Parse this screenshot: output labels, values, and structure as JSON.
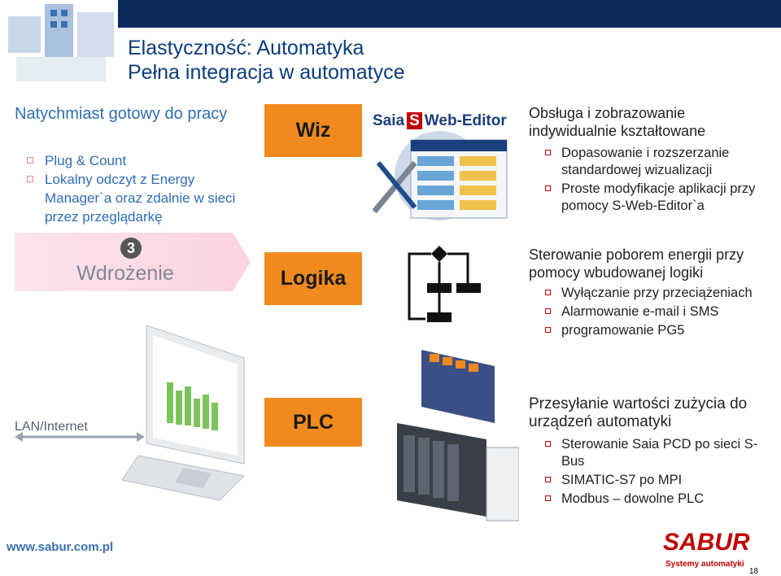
{
  "header": {
    "title_line1": "Elastyczność: Automatyka",
    "title_line2": "Pełna integracja w automatyce"
  },
  "left": {
    "heading": "Natychmiast gotowy do pracy",
    "bullets": [
      "Plug & Count",
      "Lokalny odczyt z Energy Manager`a oraz zdalnie w sieci przez przeglądarkę"
    ],
    "step_number": "3",
    "step_label": "Wdrożenie",
    "lan_label": "LAN/Internet"
  },
  "middle": {
    "box1": "Wiz",
    "box2": "Logika",
    "box3": "PLC",
    "software_logo": "Saia S Web-Editor"
  },
  "right": {
    "section1": {
      "heading": "Obsługa i zobrazowanie indywidualnie kształtowane",
      "bullets": [
        "Dopasowanie i rozszerzanie standardowej wizualizacji",
        "Proste modyfikacje aplikacji przy pomocy S-Web-Editor`a"
      ]
    },
    "section2": {
      "heading": "Sterowanie poborem energii przy pomocy wbudowanej logiki",
      "bullets": [
        "Wyłączanie przy przeciążeniach",
        "Alarmowanie e-mail i SMS",
        "programowanie PG5"
      ]
    },
    "section3": {
      "heading": "Przesyłanie wartości zużycia do urządzeń automatyki",
      "bullets": [
        "Sterowanie Saia PCD po sieci S-Bus",
        "SIMATIC-S7 po MPI",
        "Modbus – dowolne PLC"
      ]
    }
  },
  "footer": {
    "url": "www.sabur.com.pl",
    "logo_text": "SABUR",
    "slogan": "Systemy automatyki",
    "page_number": "18"
  },
  "colors": {
    "accent": "#f08a1f",
    "title": "#0b3d7a",
    "left_text": "#2f6db5",
    "bar": "#0b2a5b"
  }
}
